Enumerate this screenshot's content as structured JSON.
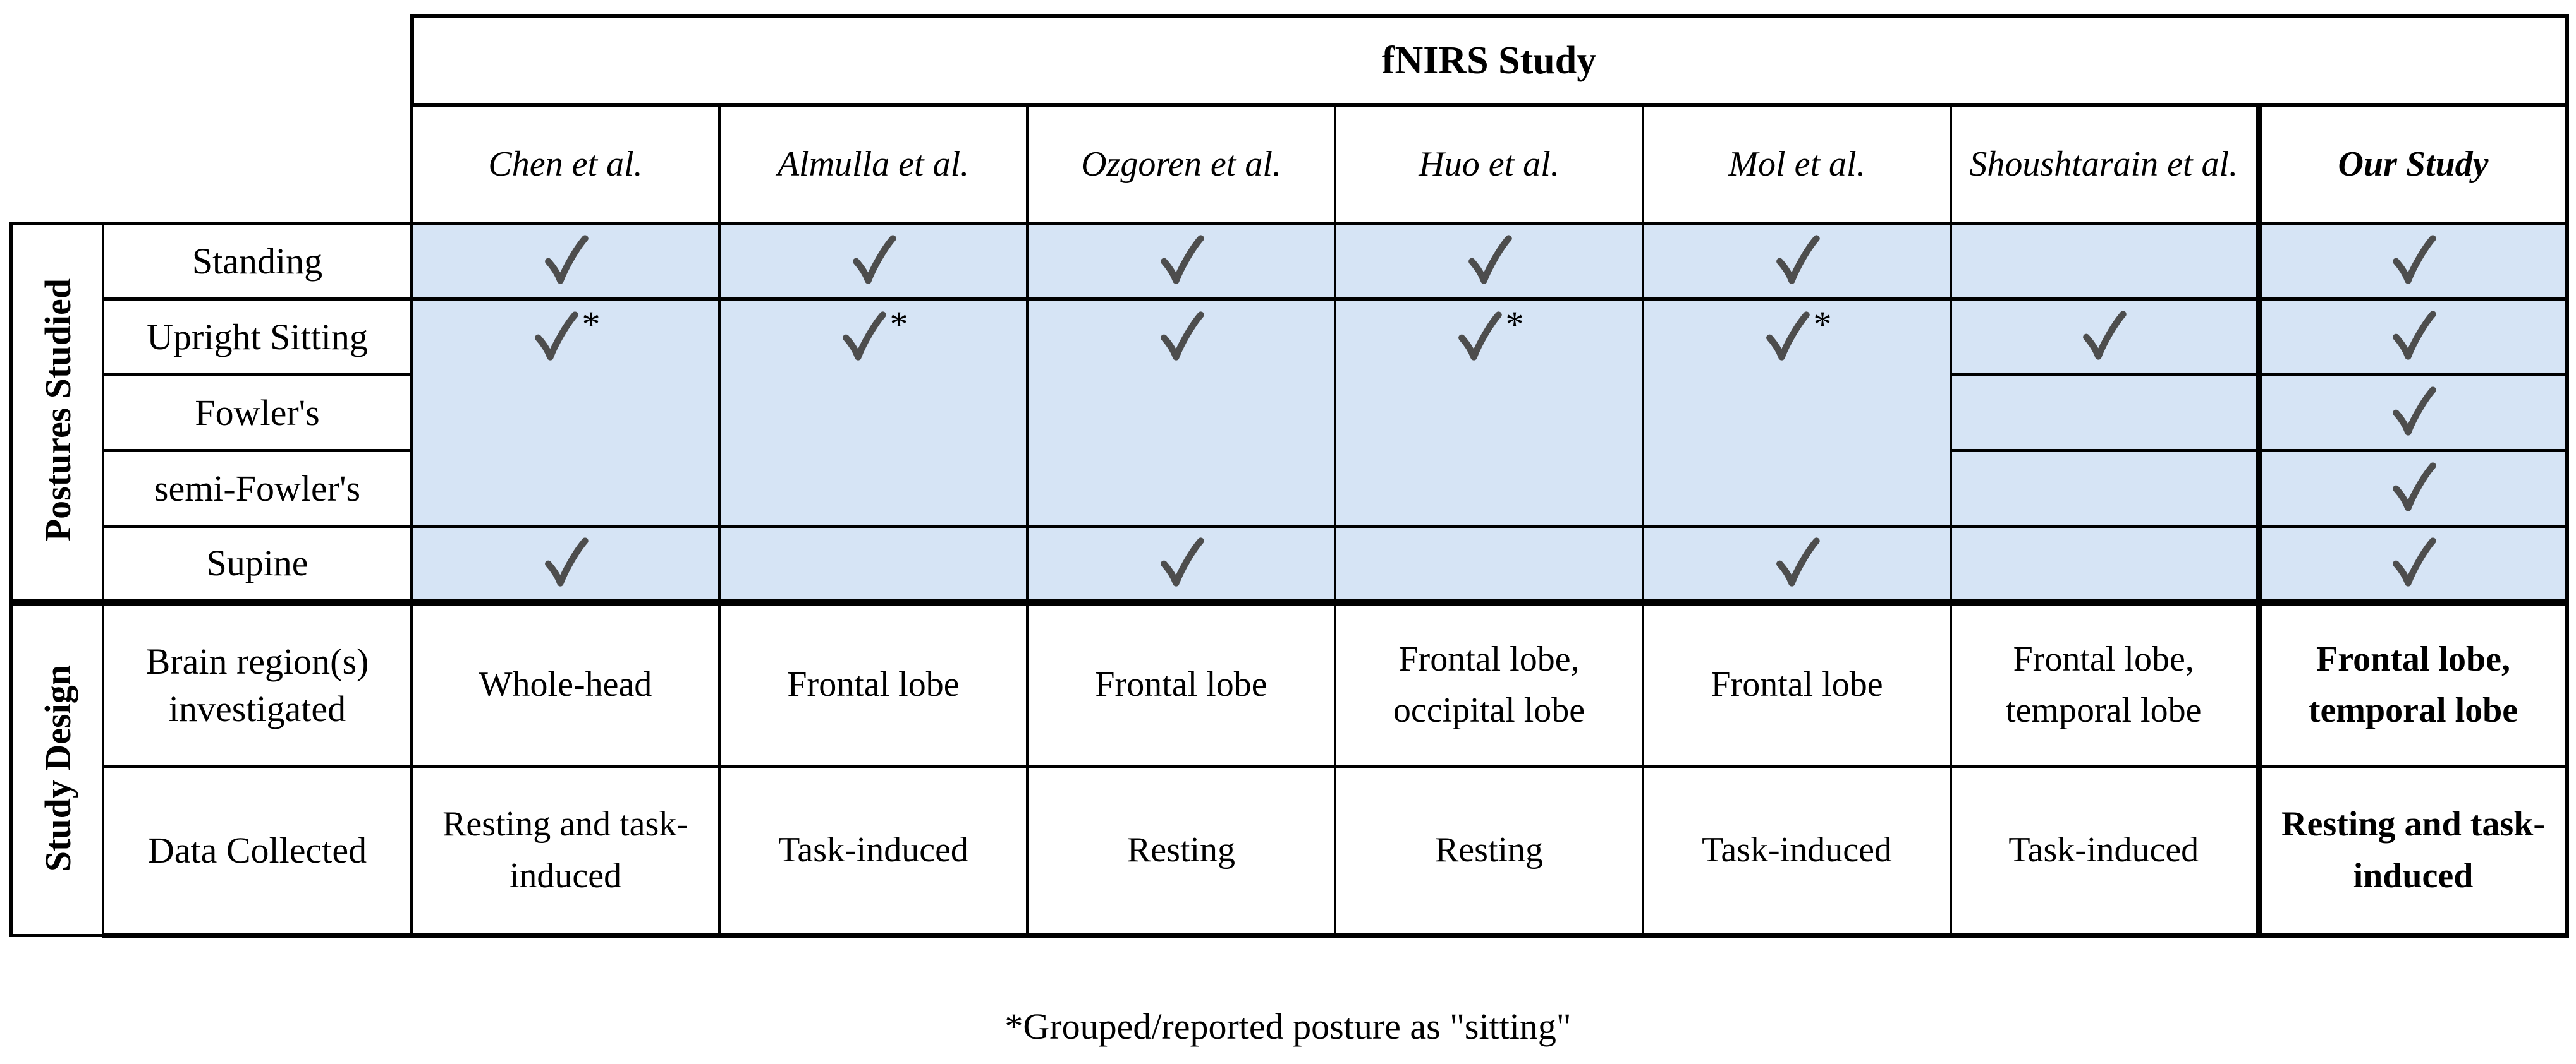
{
  "table": {
    "header": {
      "title": "fNIRS Study"
    },
    "columns": [
      {
        "label": "Chen et al.",
        "emphasis": false
      },
      {
        "label": "Almulla et al.",
        "emphasis": false
      },
      {
        "label": "Ozgoren et al.",
        "emphasis": false
      },
      {
        "label": "Huo et al.",
        "emphasis": false
      },
      {
        "label": "Mol et al.",
        "emphasis": false
      },
      {
        "label": "Shoushtarain et al.",
        "emphasis": false
      },
      {
        "label": "Our Study",
        "emphasis": true
      }
    ],
    "row_groups": [
      {
        "label": "Postures Studied"
      },
      {
        "label": "Study Design"
      }
    ],
    "posture_rows": [
      {
        "label": "Standing",
        "cells": [
          "✓",
          "✓",
          "✓",
          "✓",
          "✓",
          "",
          "✓"
        ]
      },
      {
        "label": "Upright Sitting",
        "cells": [
          "✓*",
          "✓*",
          "✓",
          "✓*",
          "✓*",
          "✓",
          "✓"
        ]
      },
      {
        "label": "Fowler's",
        "cells": [
          null,
          null,
          null,
          null,
          null,
          "",
          "✓"
        ]
      },
      {
        "label": "semi-Fowler's",
        "cells": [
          null,
          null,
          null,
          null,
          null,
          "",
          "✓"
        ]
      },
      {
        "label": "Supine",
        "cells": [
          "✓",
          "",
          "✓",
          "",
          "✓",
          "",
          "✓"
        ]
      }
    ],
    "design_rows": [
      {
        "label": "Brain region(s) investigated",
        "cells": [
          "Whole-head",
          "Frontal lobe",
          "Frontal lobe",
          "Frontal lobe, occipital lobe",
          "Frontal lobe",
          "Frontal lobe, temporal lobe",
          "Frontal lobe, temporal lobe"
        ]
      },
      {
        "label": "Data Collected",
        "cells": [
          "Resting and task-induced",
          "Task-induced",
          "Resting",
          "Resting",
          "Task-induced",
          "Task-induced",
          "Resting and task-induced"
        ]
      }
    ],
    "footnote": "*Grouped/reported posture as \"sitting\"",
    "check_symbol": "✓",
    "star_symbol": "*",
    "colors": {
      "highlight": "#d6e4f5",
      "check": "#4d4d4d",
      "border": "#000000"
    }
  }
}
